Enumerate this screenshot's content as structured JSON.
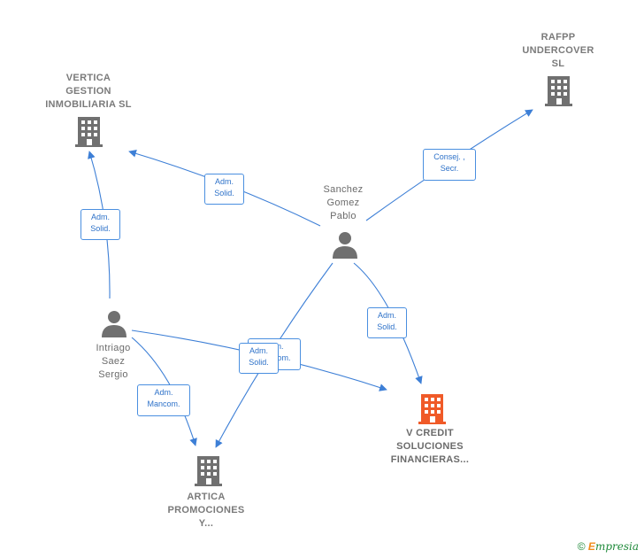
{
  "nodes": {
    "vertica": {
      "label": "VERTICA\nGESTION\nINMOBILIARIA SL",
      "icon": "building-icon",
      "color": "#707070"
    },
    "rafpp": {
      "label": "RAFPP\nUNDERCOVER\nSL",
      "icon": "building-icon",
      "color": "#707070"
    },
    "sanchez": {
      "label": "Sanchez\nGomez\nPablo",
      "icon": "person-icon",
      "color": "#707070"
    },
    "intriago": {
      "label": "Intriago\nSaez\nSergio",
      "icon": "person-icon",
      "color": "#707070"
    },
    "vcredit": {
      "label": "V CREDIT\nSOLUCIONES\nFINANCIERAS...",
      "icon": "building-icon",
      "color": "#f05a28"
    },
    "artica": {
      "label": "ARTICA\nPROMOCIONES\nY...",
      "icon": "building-icon",
      "color": "#707070"
    }
  },
  "edges": [
    {
      "from": "sanchez",
      "to": "vertica",
      "label": "Adm.\nSolid."
    },
    {
      "from": "sanchez",
      "to": "rafpp",
      "label": "Consej. ,\nSecr."
    },
    {
      "from": "sanchez",
      "to": "vcredit",
      "label": "Adm.\nSolid."
    },
    {
      "from": "sanchez",
      "to": "artica",
      "label": "Adm.\nSolid."
    },
    {
      "from": "intriago",
      "to": "vertica",
      "label": "Adm.\nSolid."
    },
    {
      "from": "intriago",
      "to": "vcredit",
      "label": "Adm.\nMancom."
    },
    {
      "from": "intriago",
      "to": "artica",
      "label": "Adm.\nMancom."
    }
  ],
  "colors": {
    "edge": "#3d7fd6",
    "label_border": "#4a8fe0",
    "label_text": "#2e72c9"
  },
  "footer": {
    "copyright": "©",
    "brand_e": "E",
    "brand_rest": "mpresia"
  }
}
